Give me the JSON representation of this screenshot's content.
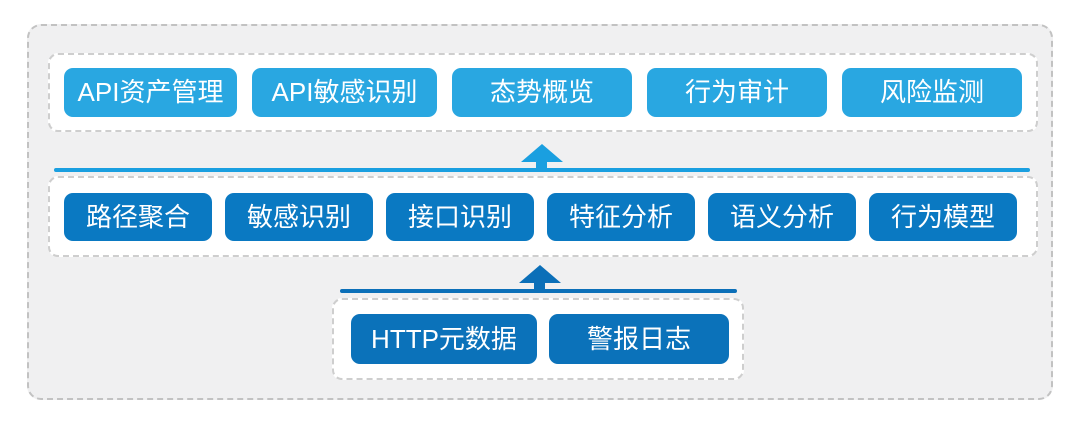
{
  "colors": {
    "accent-light": "#29a7e1",
    "accent-mid": "#0a79c2",
    "accent-dark": "#0b72ba",
    "flow-light": "#1a9fe0",
    "flow-dark": "#0b6fb8",
    "box-bg": "#f0f0f1"
  },
  "layers": {
    "application": {
      "items": [
        "API资产管理",
        "API敏感识别",
        "态势概览",
        "行为审计",
        "风险监测"
      ]
    },
    "analysis": {
      "items": [
        "路径聚合",
        "敏感识别",
        "接口识别",
        "特征分析",
        "语义分析",
        "行为模型"
      ]
    },
    "data_source": {
      "items": [
        "HTTP元数据",
        "警报日志"
      ]
    }
  }
}
